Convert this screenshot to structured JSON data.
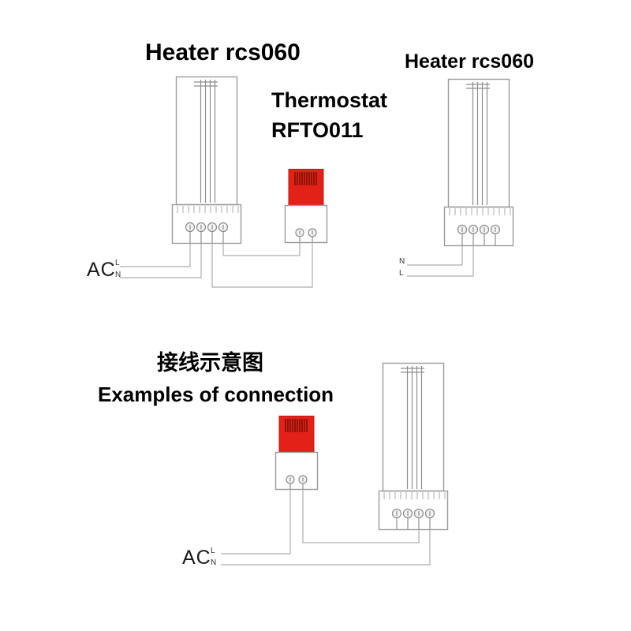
{
  "top": {
    "heater_left_title": "Heater rcs060",
    "heater_right_title": "Heater rcs060",
    "thermostat_title": "Thermostat",
    "thermostat_model": "RFTO011",
    "ac_label": "AC",
    "ac_l": "L",
    "ac_n": "N",
    "right_n": "N",
    "right_l": "L"
  },
  "bottom": {
    "title_cn": "接线示意图",
    "title_en": "Examples of connection",
    "ac_label": "AC",
    "ac_l": "L",
    "ac_n": "N"
  },
  "colors": {
    "thermostat_red": "#e32119",
    "thermostat_grill": "#7c1208",
    "wire": "#aeaeae",
    "device_outline": "#9b9b9b",
    "background": "#ffffff"
  }
}
